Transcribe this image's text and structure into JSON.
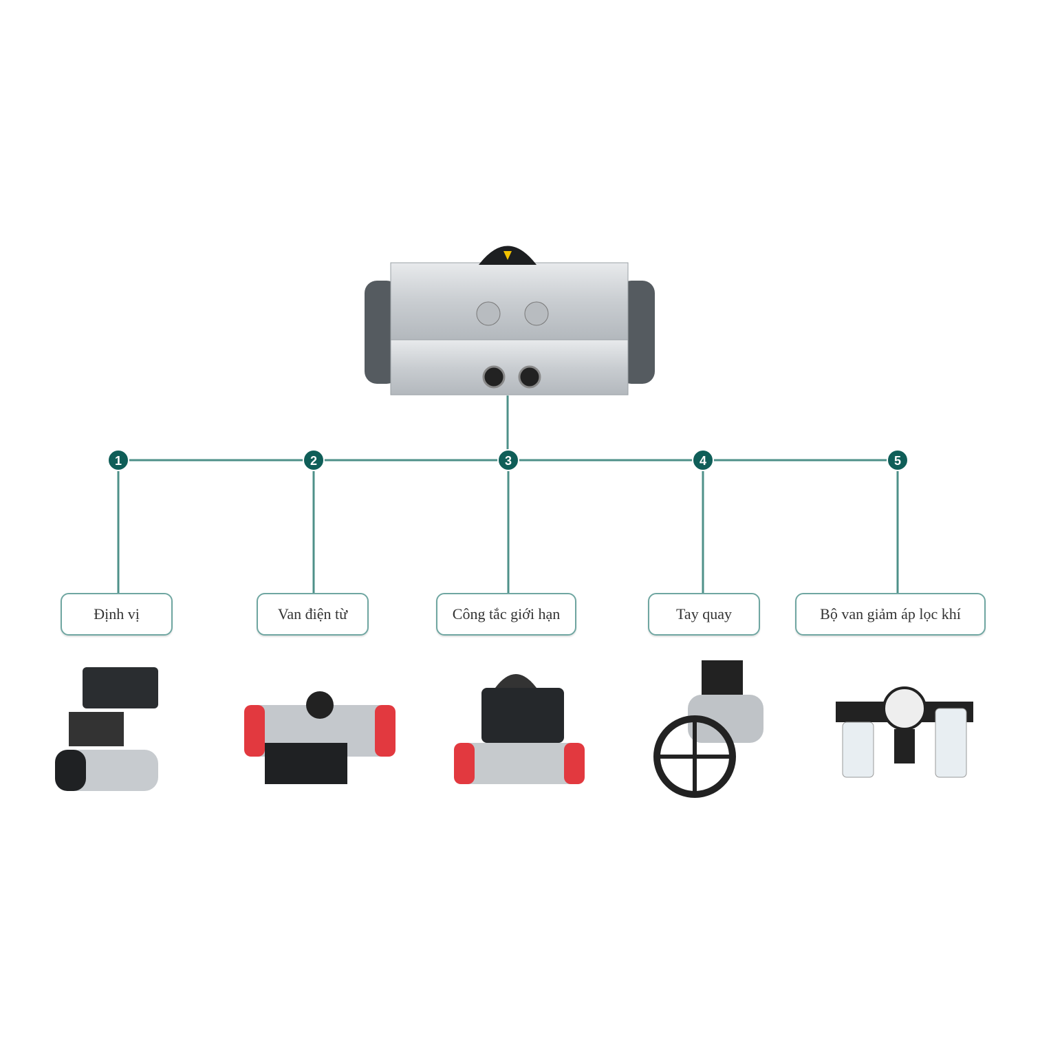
{
  "colors": {
    "accent": "#0f5e58",
    "line": "#4e9089",
    "box_border": "#6fa6a1"
  },
  "main_device": {
    "icon": "pneumatic-actuator-icon"
  },
  "accessories": [
    {
      "number": "1",
      "label": "Định vị",
      "icon": "positioner-icon"
    },
    {
      "number": "2",
      "label": "Van điện từ",
      "icon": "solenoid-valve-icon"
    },
    {
      "number": "3",
      "label": "Công tắc giới hạn",
      "icon": "limit-switch-icon"
    },
    {
      "number": "4",
      "label": "Tay quay",
      "icon": "handwheel-icon"
    },
    {
      "number": "5",
      "label": "Bộ van giảm áp lọc khí",
      "icon": "air-filter-regulator-icon"
    }
  ]
}
